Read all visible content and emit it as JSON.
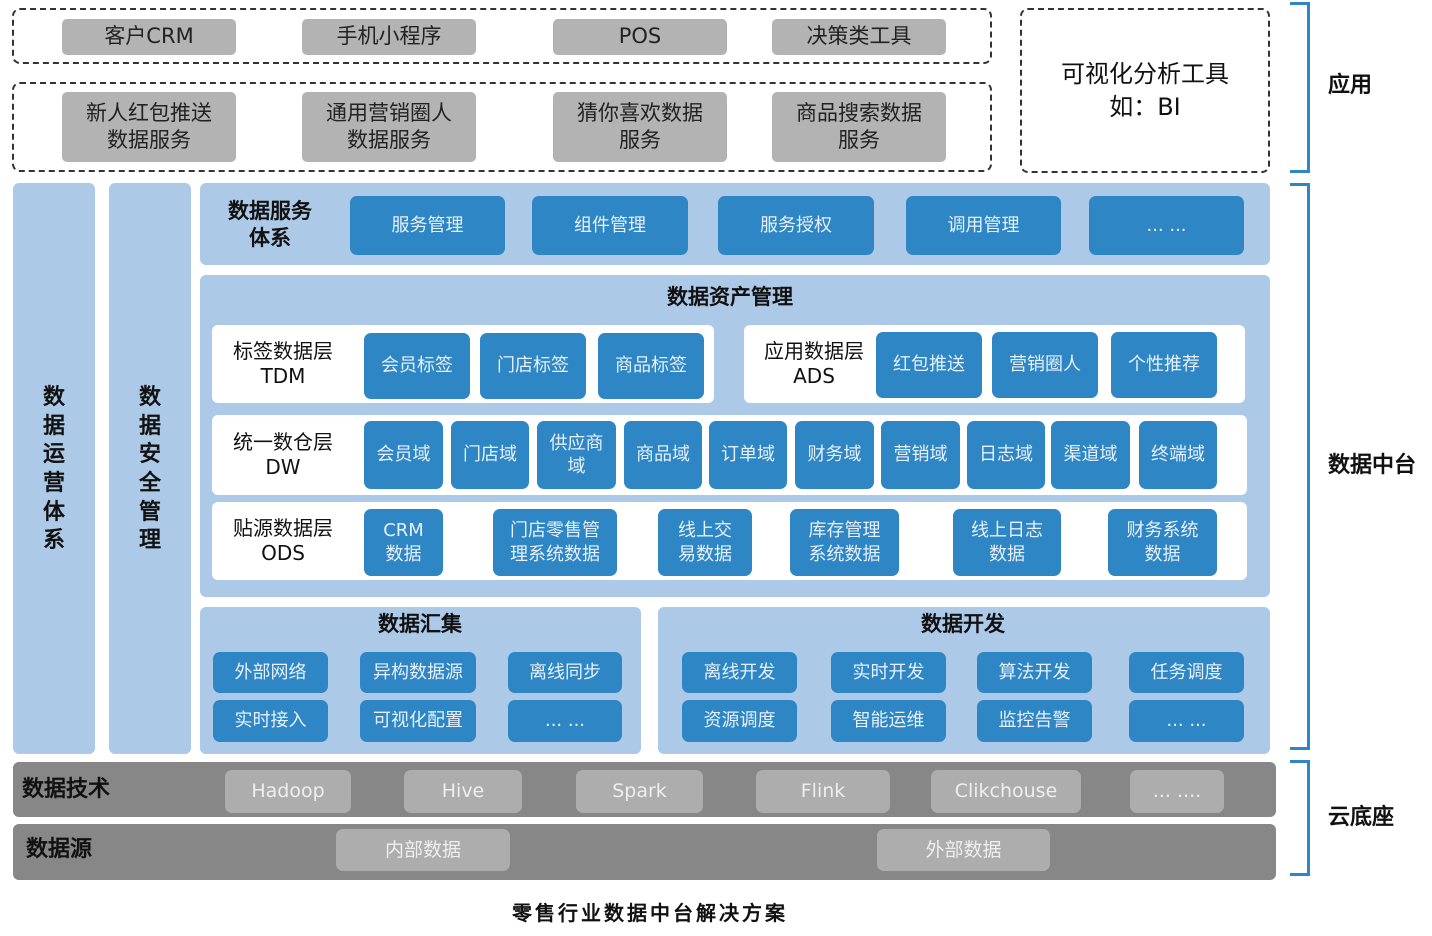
{
  "apps": {
    "row1": [
      "客户CRM",
      "手机小程序",
      "POS",
      "决策类工具"
    ],
    "row2": [
      "新人红包推送\n数据服务",
      "通用营销圈人\n数据服务",
      "猜你喜欢数据\n服务",
      "商品搜索数据\n服务"
    ],
    "bi_tool": "可视化分析工具\n如：BI"
  },
  "right_labels": {
    "app": "应用",
    "middle": "数据中台",
    "cloud": "云底座"
  },
  "side_columns": {
    "ops": "数据运营体系",
    "security": "数据安全管理"
  },
  "service": {
    "title": "数据服务\n体系",
    "buttons": [
      "服务管理",
      "组件管理",
      "服务授权",
      "调用管理",
      "... ..."
    ]
  },
  "asset": {
    "title": "数据资产管理",
    "tdm": {
      "label": "标签数据层\nTDM",
      "items": [
        "会员标签",
        "门店标签",
        "商品标签"
      ]
    },
    "ads": {
      "label": "应用数据层\nADS",
      "items": [
        "红包推送",
        "营销圈人",
        "个性推荐"
      ]
    },
    "dw": {
      "label": "统一数仓层\nDW",
      "items": [
        "会员域",
        "门店域",
        "供应商\n域",
        "商品域",
        "订单域",
        "财务域",
        "营销域",
        "日志域",
        "渠道域",
        "终端域"
      ]
    },
    "ods": {
      "label": "贴源数据层\nODS",
      "items": [
        "CRM\n数据",
        "门店零售管\n理系统数据",
        "线上交\n易数据",
        "库存管理\n系统数据",
        "线上日志\n数据",
        "财务系统\n数据"
      ]
    }
  },
  "collection": {
    "title": "数据汇集",
    "items": [
      "外部网络",
      "异构数据源",
      "离线同步",
      "实时接入",
      "可视化配置",
      "... ..."
    ]
  },
  "development": {
    "title": "数据开发",
    "items": [
      "离线开发",
      "实时开发",
      "算法开发",
      "任务调度",
      "资源调度",
      "智能运维",
      "监控告警",
      "... ..."
    ]
  },
  "tech": {
    "label": "数据技术",
    "items": [
      "Hadoop",
      "Hive",
      "Spark",
      "Flink",
      "Clikchouse",
      "... ...."
    ]
  },
  "source": {
    "label": "数据源",
    "items": [
      "内部数据",
      "外部数据"
    ]
  },
  "caption": "零售行业数据中台解决方案",
  "colors": {
    "panel": "#adc9e8",
    "button": "#2e86c4",
    "band": "#878787",
    "chip": "#adadad",
    "bracket": "#2e86c4"
  }
}
